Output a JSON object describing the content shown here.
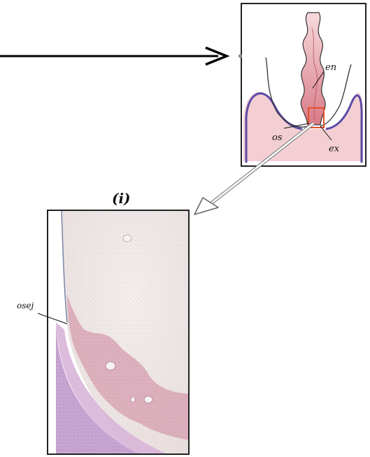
{
  "panel_label": "(i)",
  "labels": {
    "en": "en",
    "os": "os",
    "ex": "ex",
    "osej": "osej"
  },
  "colors": {
    "cervix_fill": "#f0c4c8",
    "cervix_outline": "#5a4aa0",
    "canal_fill": "#e38a94",
    "highlight_box": "#e8502a",
    "histology_pink": "#d9a3b3",
    "histology_purple": "#c8a8d6",
    "histology_background": "#efe6e6"
  }
}
